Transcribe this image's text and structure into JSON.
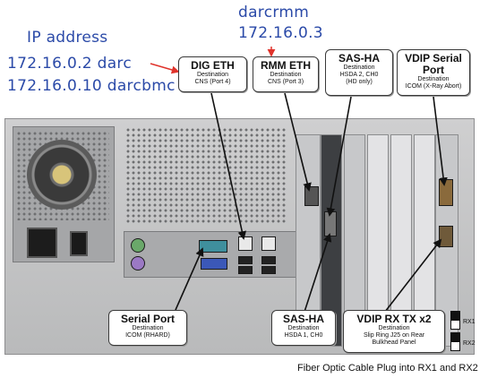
{
  "annotations": {
    "ip_heading": "IP address",
    "ip_line_1": "172.16.0.2   darc",
    "ip_line_2": "172.16.0.10 darcbmc",
    "rmm_name": "darcrmm",
    "rmm_ip": "172.16.0.3"
  },
  "labels": {
    "dig_eth": {
      "title": "DIG ETH",
      "dest_label": "Destination",
      "dest": "CNS  (Port 4)"
    },
    "rmm_eth": {
      "title": "RMM ETH",
      "dest_label": "Destination",
      "dest": "CNS  (Port 3)"
    },
    "sas_ha_top": {
      "title": "SAS-HA",
      "dest_label": "Destination",
      "dest": "HSDA 2,  CH0",
      "note": "(HD only)"
    },
    "vdip_serial": {
      "title": "VDIP Serial Port",
      "dest_label": "Destination",
      "dest": "ICOM  (X-Ray Abort)"
    },
    "serial_port": {
      "title": "Serial Port",
      "dest_label": "Destination",
      "dest": "ICOM  (RHARD)"
    },
    "sas_ha_bottom": {
      "title": "SAS-HA",
      "dest_label": "Destination",
      "dest": "HSDA 1,  CH0"
    },
    "vdip_rx_tx": {
      "title": "VDIP RX TX x2",
      "dest_label": "Destination",
      "dest": "Slip Ring  J25 on Rear",
      "dest_2": "Bulkhead Panel"
    }
  },
  "rx_labels": [
    "RX1",
    "RX2"
  ],
  "footer": "Fiber Optic Cable Plug into RX1 and RX2",
  "colors": {
    "handwriting": "#2b4aa8",
    "arrow_red": "#e0332b",
    "leader": "#111111"
  }
}
